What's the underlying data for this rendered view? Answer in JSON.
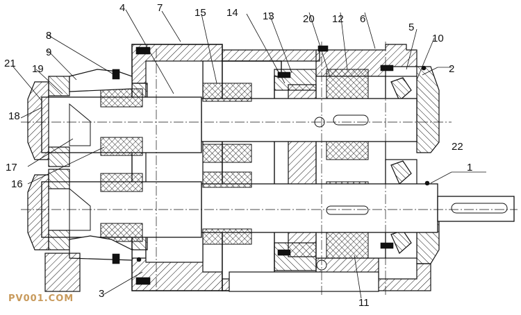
{
  "drawing": {
    "part_labels": [
      "1",
      "2",
      "3",
      "4",
      "5",
      "6",
      "7",
      "8",
      "9",
      "10",
      "11",
      "12",
      "13",
      "14",
      "15",
      "16",
      "17",
      "18",
      "19",
      "20",
      "21",
      "22"
    ],
    "watermark": "PV001.COM"
  }
}
